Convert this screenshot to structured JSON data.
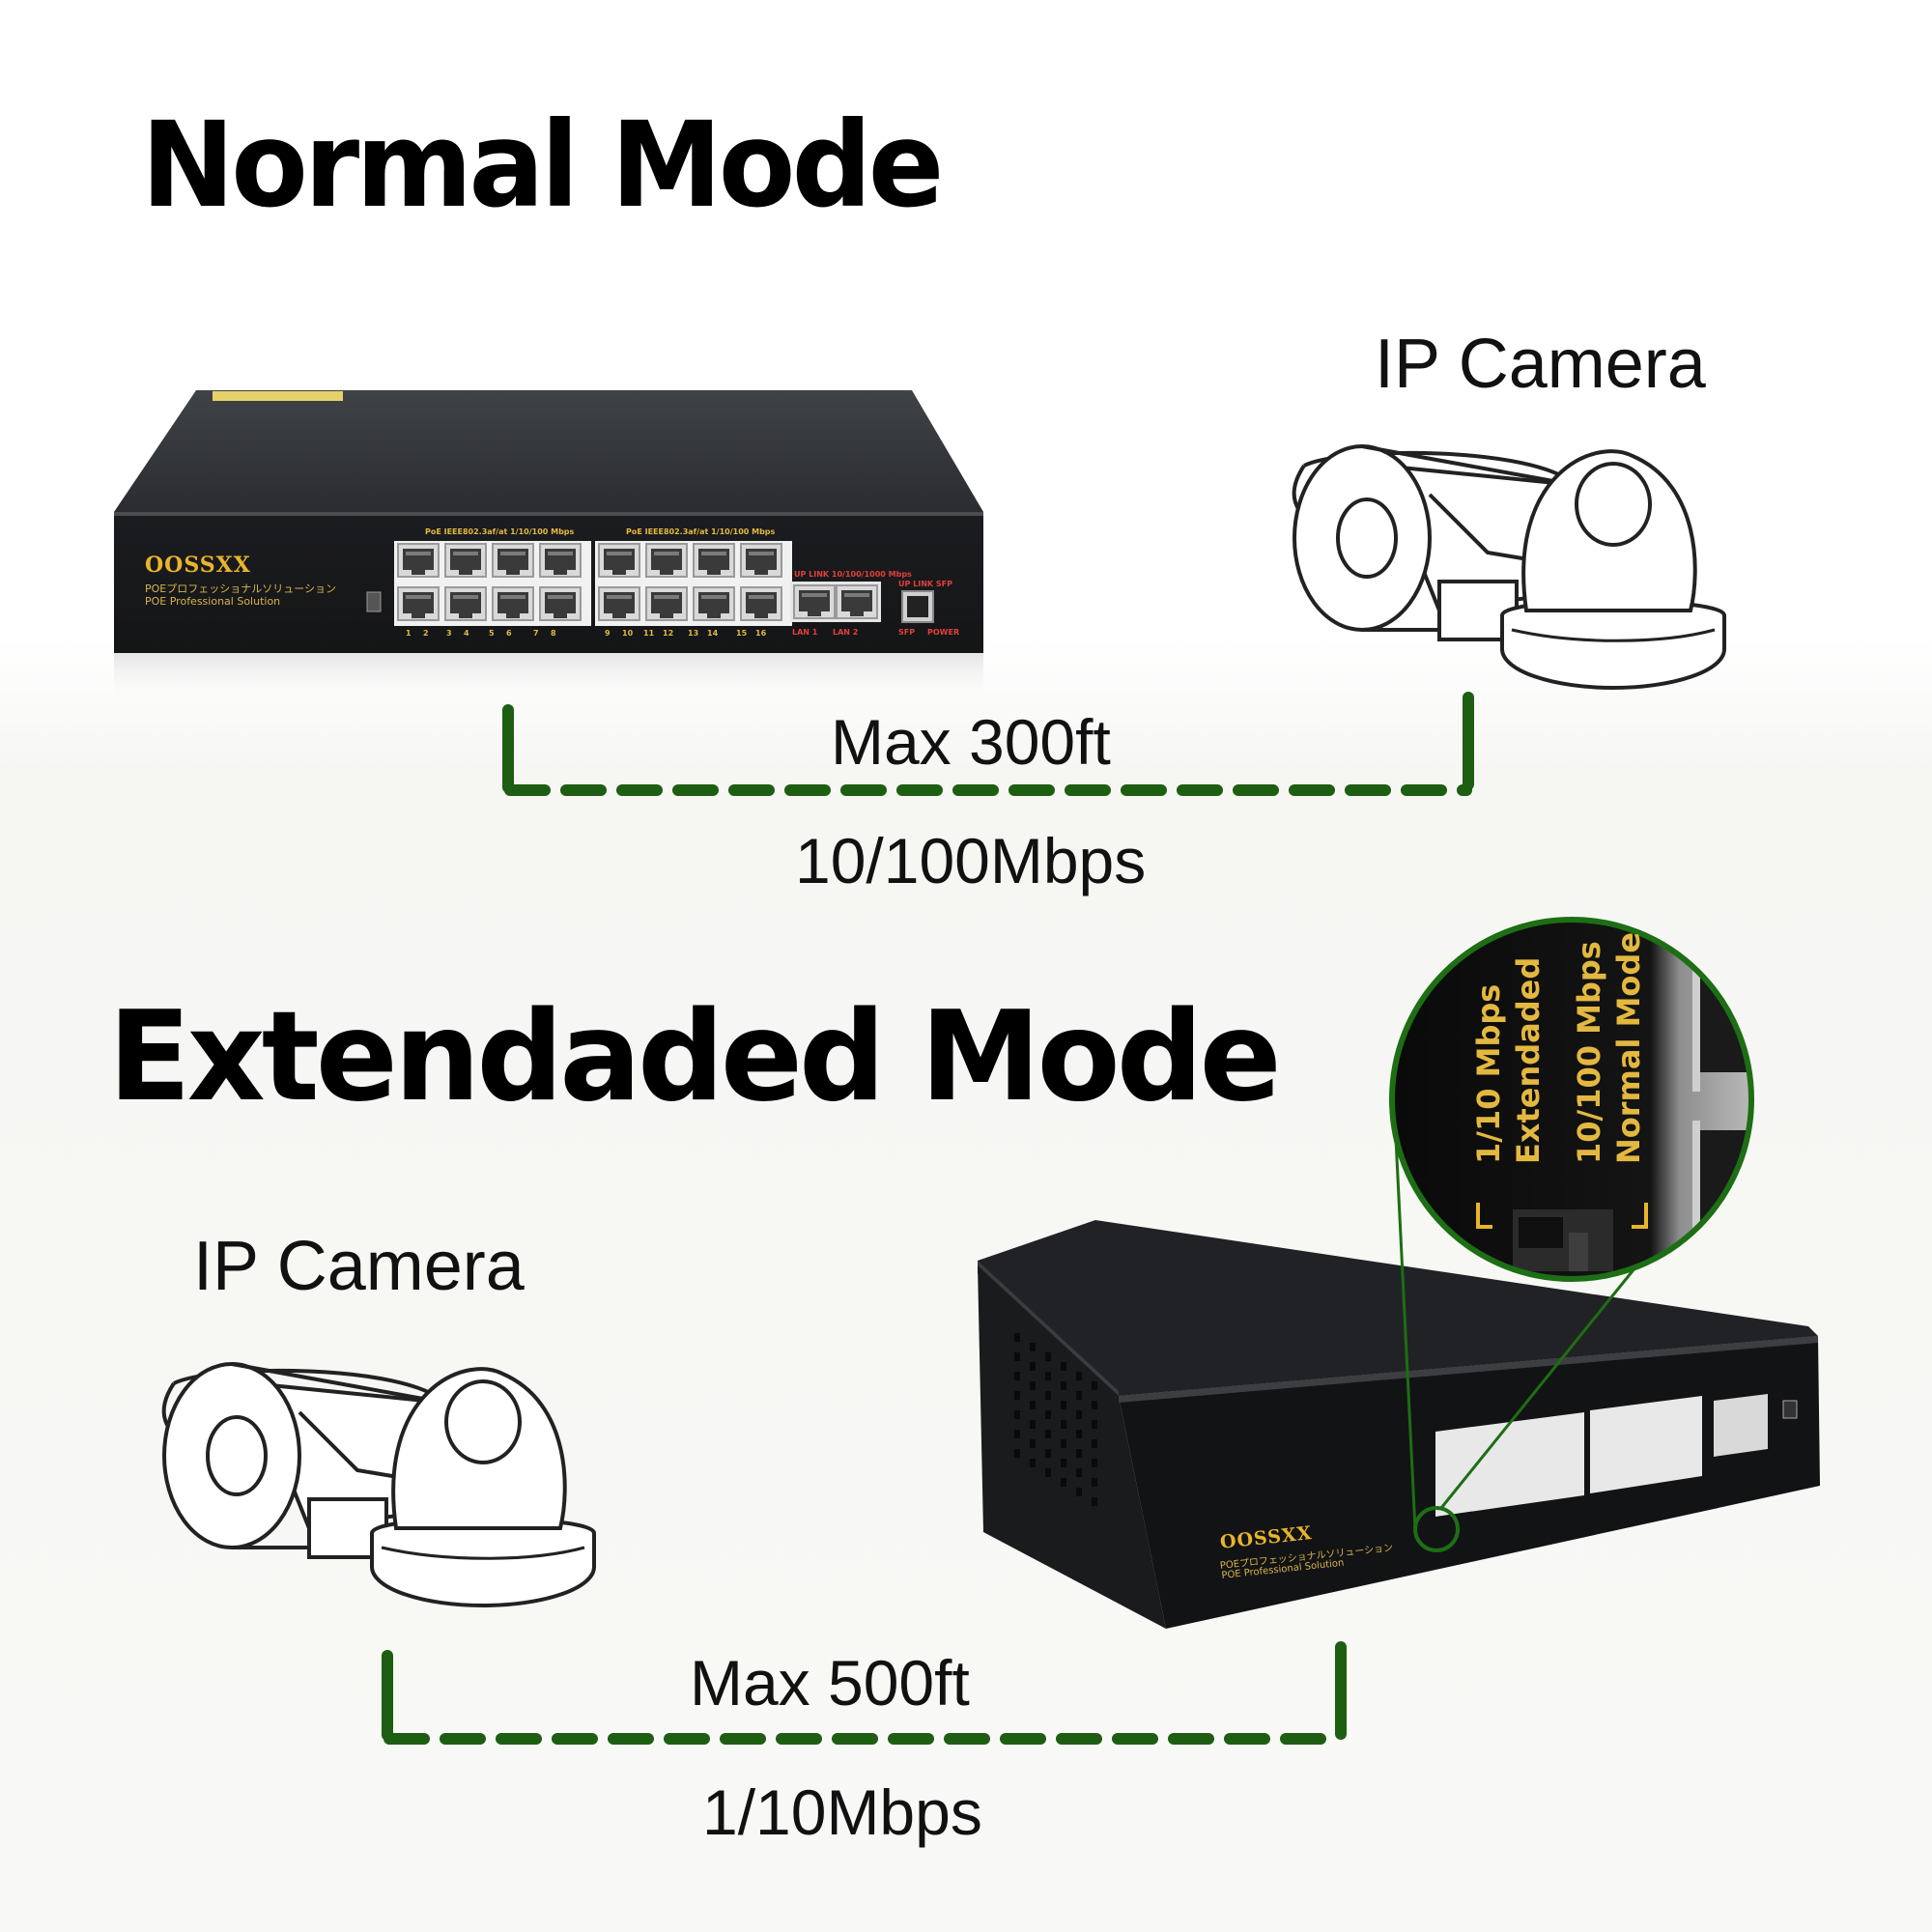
{
  "normal_mode": {
    "title": "Normal Mode",
    "camera_label": "IP Camera",
    "distance": "Max 300ft",
    "speed": "10/100Mbps"
  },
  "extended_mode": {
    "title": "Extendaded Mode",
    "camera_label": "IP Camera",
    "distance": "Max 500ft",
    "speed": "1/10Mbps"
  },
  "switch": {
    "brand": "OOSSXX",
    "subtitle_jp": "POEプロフェッショナルソリューション",
    "subtitle_en": "POE Professional Solution",
    "poe_group_label": "PoE IEEE802.3af/at 1/10/100 Mbps",
    "uplink_lan_label": "UP LINK 10/100/1000 Mbps",
    "uplink_sfp_label": "UP LINK SFP",
    "port_numbers": [
      "1",
      "2",
      "3",
      "4",
      "5",
      "6",
      "7",
      "8",
      "9",
      "10",
      "11",
      "12",
      "13",
      "14",
      "15",
      "16"
    ],
    "lan_labels": [
      "LAN 1",
      "LAN 2"
    ],
    "sfp_label": "SFP",
    "power_label": "POWER"
  },
  "zoom_callout": {
    "line1": "1/10 Mbps",
    "line2": "Extendaded",
    "line3": "10/100 Mbps",
    "line4": "Normal Mode"
  },
  "colors": {
    "cable": "#1d5e12",
    "switch_body": "#26272b",
    "label_gold": "#e8b52a"
  }
}
